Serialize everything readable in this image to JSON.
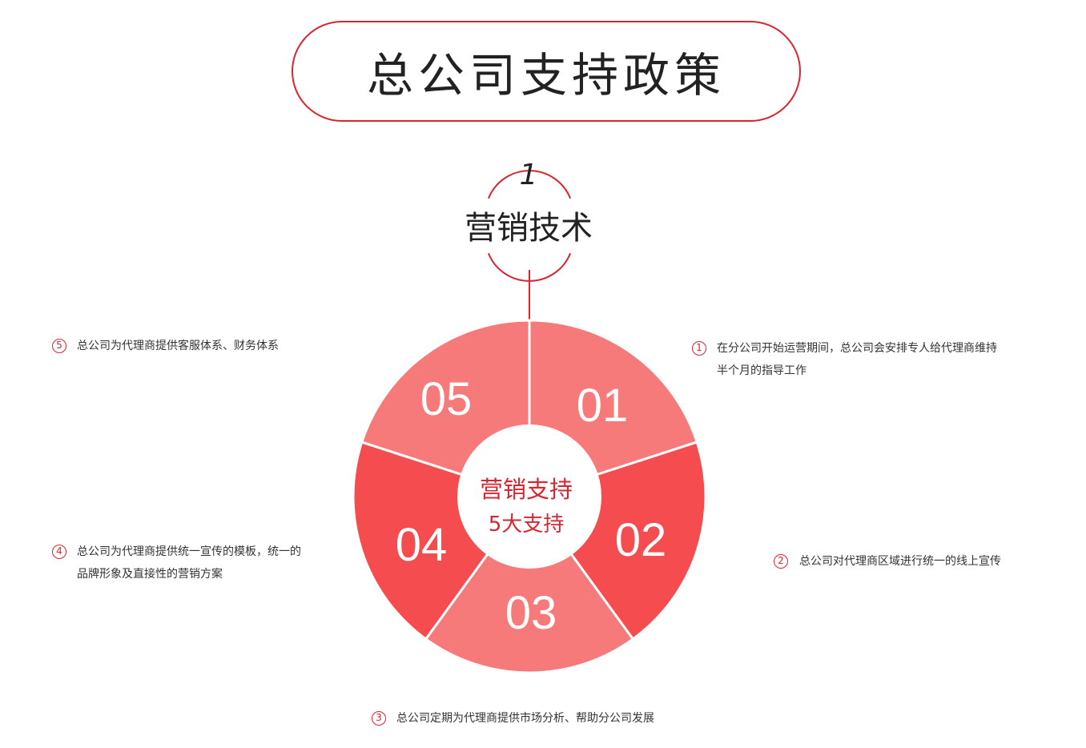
{
  "title": "总公司支持政策",
  "top_item": {
    "number": "1",
    "label": "营销技术"
  },
  "center": {
    "title": "营销支持",
    "subtitle": "5大支持"
  },
  "colors": {
    "accent": "#d9252f",
    "segment_light": "#f77a7a",
    "segment_dark": "#f44c4f"
  },
  "segments": [
    {
      "label": "01",
      "color": "#f77a7a"
    },
    {
      "label": "02",
      "color": "#f44c4f"
    },
    {
      "label": "03",
      "color": "#f77a7a"
    },
    {
      "label": "04",
      "color": "#f44c4f"
    },
    {
      "label": "05",
      "color": "#f77a7a"
    }
  ],
  "notes": [
    {
      "marker": "1",
      "lines": [
        "在分公司开始运营期间，总公司会安排专人给代理商维持",
        "半个月的指导工作"
      ]
    },
    {
      "marker": "2",
      "lines": [
        "总公司对代理商区域进行统一的线上宣传"
      ]
    },
    {
      "marker": "3",
      "lines": [
        "总公司定期为代理商提供市场分析、帮助分公司发展"
      ]
    },
    {
      "marker": "4",
      "lines": [
        "总公司为代理商提供统一宣传的模板，统一的",
        "品牌形象及直接性的营销方案"
      ]
    },
    {
      "marker": "5",
      "lines": [
        "总公司为代理商提供客服体系、财务体系"
      ]
    }
  ]
}
